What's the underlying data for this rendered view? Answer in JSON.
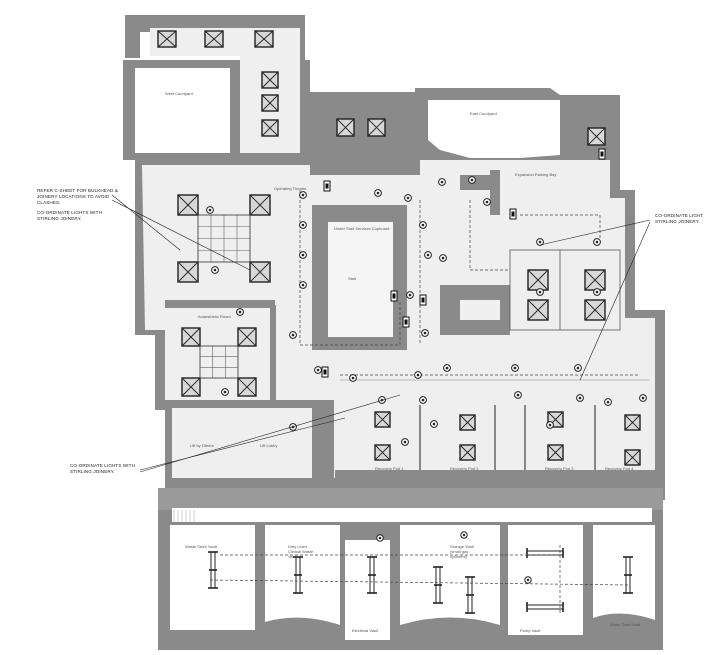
{
  "notes": {
    "bulkhead": "REFER C-SHEET FOR BULKHEAD &\nJOINERY LOCATIONS TO AVOID\nCLASHES.",
    "joinery_left": "CO-ORDINATE LIGHTS WITH\nSTIRLING JOINERY.",
    "joinery_right": "CO-ORDINATE LIGHT\nSTIRLING JOINERY.",
    "joinery_bottom": "CO-ORDINATE LIGHTS WITH\nSTIRLING JOINERY."
  },
  "rooms": {
    "west_courtyard": "West Courtyard",
    "east_courtyard": "East Courtyard",
    "operating_theatre": "Operating Theatre",
    "under_stair": "Under Stair Services Cupboard",
    "stair": "Stair",
    "anaesthetic": "Anaesthetic Room",
    "lift": "Lift by Others",
    "lift_lobby": "Lift Lobby",
    "recovery_pod_1": "Recovery Pod 1",
    "recovery_pod_2": "Recovery Pod 2",
    "recovery_pod_3": "Recovery Pod 3",
    "recovery_pod_4": "Recovery Pod 4",
    "waste_store_vault": "Waste Store Vault",
    "dirty_linen": "Dirty Linen\nClinical Waste\nVault",
    "storage_vault": "Storage Vault\n(small gas\ncylinders)",
    "electrical_vault": "Electrical\nVault",
    "pump_vault": "Pump Vault",
    "water_tank_vault": "Water Tank Vault",
    "expansion_vessel": "Expansion Parking Bay"
  },
  "colors": {
    "wall": "#8a8a8a",
    "floor": "#efefef",
    "fixture": "#222222",
    "fixture_fill": "#d8d8d8",
    "emergency": "#111111"
  },
  "icons": {
    "panel_light": "square-x-icon",
    "downlight": "circle-icon",
    "emergency": "emergency-light-icon",
    "vault_batten": "linear-batten-icon"
  }
}
